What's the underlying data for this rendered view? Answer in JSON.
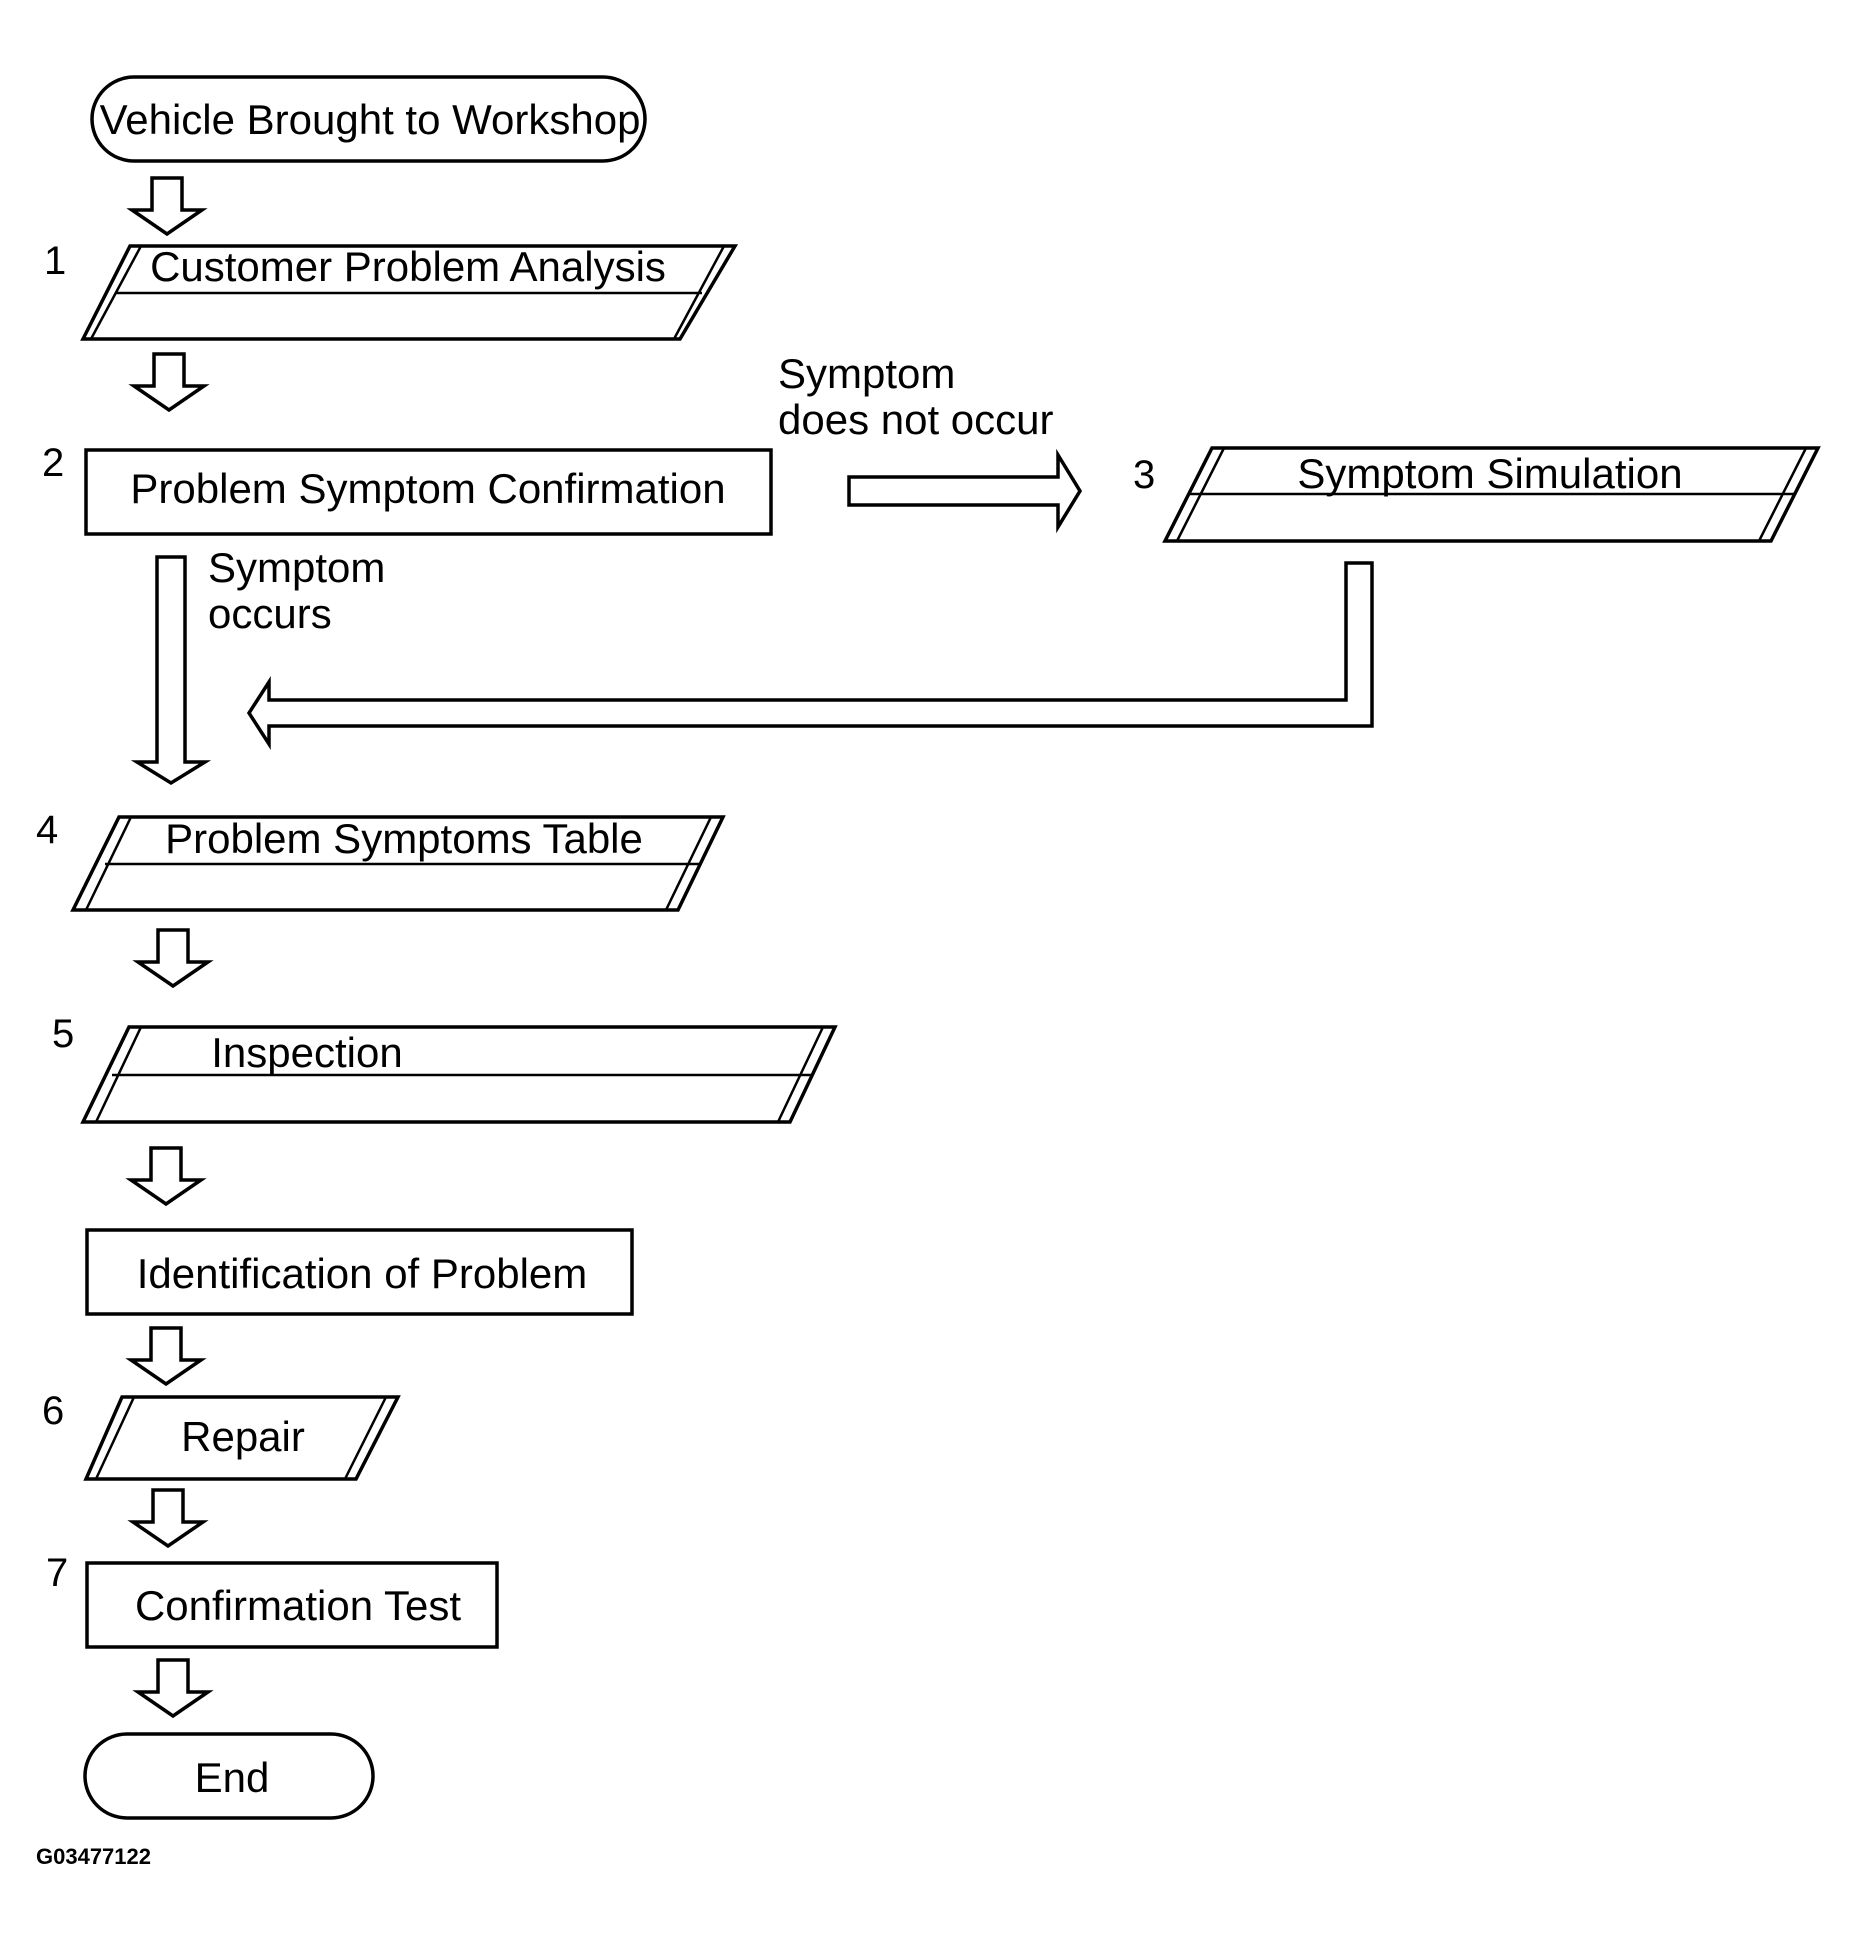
{
  "flowchart": {
    "start": "Vehicle Brought to Workshop",
    "steps": [
      {
        "number": "1",
        "label": "Customer Problem Analysis"
      },
      {
        "number": "2",
        "label": "Problem Symptom Confirmation"
      },
      {
        "number": "3",
        "label": "Symptom Simulation"
      },
      {
        "number": "4",
        "label": "Problem Symptoms Table"
      },
      {
        "number": "5",
        "label": "Inspection"
      },
      {
        "number": "",
        "label": "Identification of Problem"
      },
      {
        "number": "6",
        "label": "Repair"
      },
      {
        "number": "7",
        "label": "Confirmation Test"
      }
    ],
    "end": "End",
    "branch_no_line1": "Symptom",
    "branch_no_line2": "does not occur",
    "branch_yes_line1": "Symptom",
    "branch_yes_line2": "occurs"
  },
  "figure_code": "G03477122"
}
